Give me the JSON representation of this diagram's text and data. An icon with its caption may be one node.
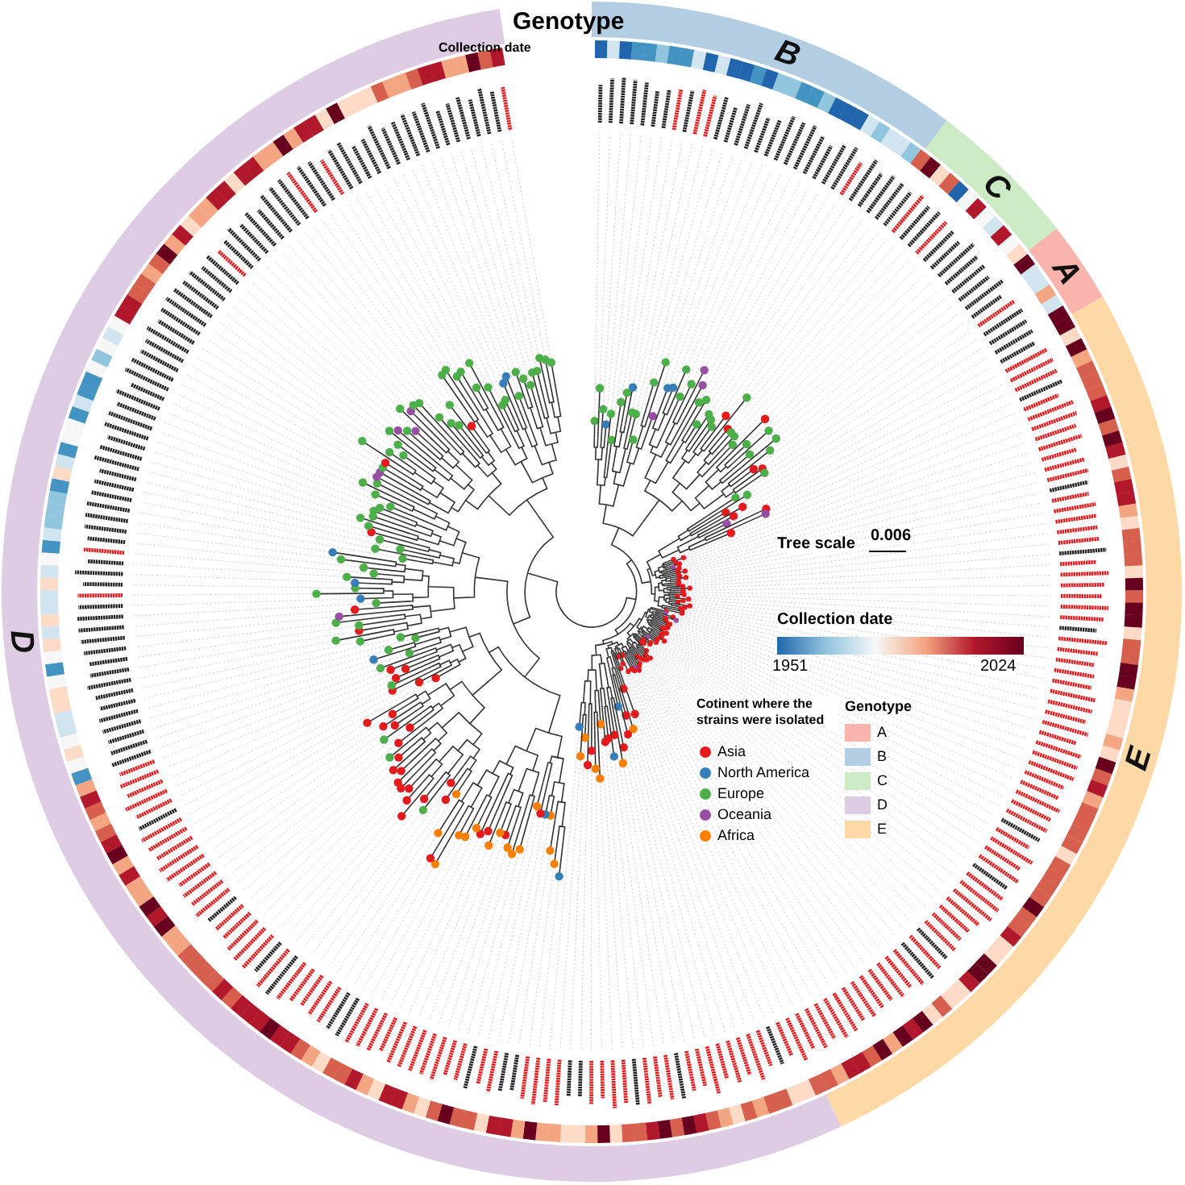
{
  "diagram": {
    "nodes": [
      {
        "text": [
          "B"
        ]
      },
      {
        "text": [
          "C"
        ]
      },
      {
        "text": [
          "A"
        ]
      },
      {
        "text": [
          "E"
        ]
      },
      {
        "text": [
          "D"
        ]
      }
    ],
    "labels": [
      "Genotype",
      "Collection date",
      "Tree scale",
      "0.006",
      "Collection date",
      "1951",
      "2024",
      "Cotinent where the strains were isolated",
      "Genotype"
    ],
    "legend": [
      {
        "text": "Asia",
        "color": "#e41a1c"
      },
      {
        "text": "North America",
        "color": "#377eb8"
      },
      {
        "text": "Europe",
        "color": "#4daf4a"
      },
      {
        "text": "Oceania",
        "color": "#984ea3"
      },
      {
        "text": "Africa",
        "color": "#ff7f00"
      },
      {
        "text": "A",
        "color": "#f9b4ae"
      },
      {
        "text": "B",
        "color": "#b3cde3"
      },
      {
        "text": "C",
        "color": "#ccebc5"
      },
      {
        "text": "D",
        "color": "#decbe4"
      },
      {
        "text": "E",
        "color": "#fed9a6"
      }
    ]
  }
}
